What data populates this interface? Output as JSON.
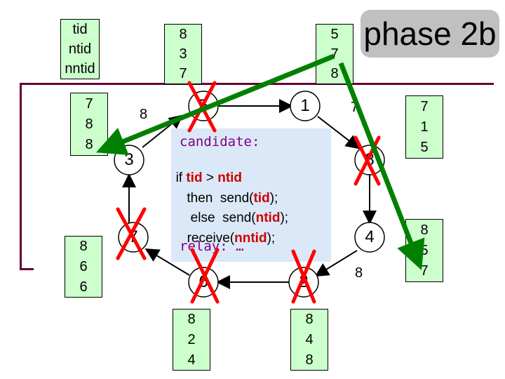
{
  "title": "phase 2b",
  "legend": [
    "tid",
    "ntid",
    "nntid"
  ],
  "nodes": [
    {
      "id": "n-top-left",
      "label": "5",
      "crossed": true
    },
    {
      "id": "n-top-right",
      "label": "1",
      "crossed": false
    },
    {
      "id": "n-right-top",
      "label": "8",
      "crossed": true
    },
    {
      "id": "n-right-bottom",
      "label": "4",
      "crossed": false
    },
    {
      "id": "n-bottom-right",
      "label": "2",
      "crossed": true
    },
    {
      "id": "n-bottom-left",
      "label": "6",
      "crossed": true
    },
    {
      "id": "n-left-bottom",
      "label": "7",
      "crossed": true
    },
    {
      "id": "n-left-top",
      "label": "3",
      "crossed": false
    }
  ],
  "value_boxes": {
    "top_left": [
      "8",
      "3",
      "7"
    ],
    "top_right": [
      "5",
      "7",
      "8"
    ],
    "left_top": [
      "7",
      "8",
      "8"
    ],
    "left_bottom": [
      "8",
      "6",
      "6"
    ],
    "right_top": [
      "7",
      "1",
      "5"
    ],
    "right_bottom": [
      "8",
      "5",
      "7"
    ],
    "bottom_left": [
      "8",
      "2",
      "4"
    ],
    "bottom_right": [
      "8",
      "4",
      "8"
    ]
  },
  "plain_values": {
    "near_left_top": "8",
    "near_top_right": "7",
    "near_right_bottom": "8"
  },
  "code": {
    "line1": "candidate:",
    "line2_prefix": "if ",
    "line2_tid": "tid",
    "line2_mid": " > ",
    "line2_ntid": "ntid",
    "line3_prefix": "   then  send(",
    "line3_var": "tid",
    "line3_suffix": ");",
    "line4_prefix": "    else  send(",
    "line4_var": "ntid",
    "line4_suffix": ");",
    "line5_prefix": "receive(",
    "line5_var": "nntid",
    "line5_suffix": ");",
    "line6": "relay: …"
  },
  "colors": {
    "rail": "#660033",
    "box_fill": "#ccffcc",
    "arrow": "#008000",
    "cross": "#ff0000",
    "code_bg": "#dbe8f7",
    "keyword": "#800080",
    "variable": "#cc0000",
    "title_bg": "#c0c0c0"
  }
}
